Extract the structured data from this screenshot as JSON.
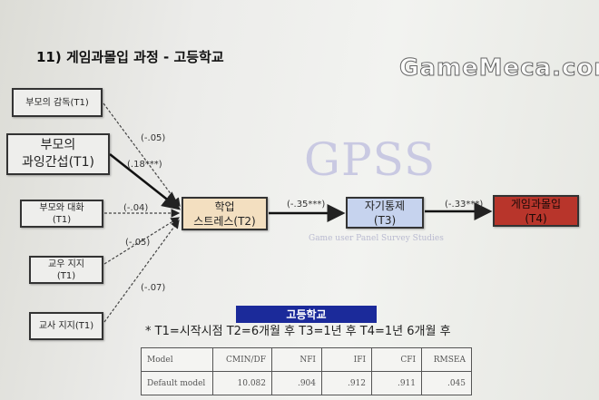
{
  "title": "11) 게임과몰입 과정 - 고등학교",
  "watermark": {
    "logo": "GPSS",
    "subtitle": "Game user Panel Survey Studies",
    "site": "GameMeca.com"
  },
  "nodes": {
    "n1": {
      "label": "부모의 감독(T1)"
    },
    "n2": {
      "line1": "부모의",
      "line2": "과잉간섭(T1)"
    },
    "n3": {
      "line1": "부모와 대화",
      "line2": "(T1)"
    },
    "n4": {
      "line1": "교우 지지",
      "line2": "(T1)"
    },
    "n5": {
      "label": "교사 지지(T1)"
    },
    "stress": {
      "line1": "학업",
      "line2": "스트레스(T2)"
    },
    "control": {
      "line1": "자기통제",
      "line2": "(T3)"
    },
    "game": {
      "line1": "게임과몰입",
      "line2": "(T4)"
    }
  },
  "paths": {
    "p1": "(-.05)",
    "p2": "(.18***)",
    "p3": "(-.04)",
    "p4": "(-.05)",
    "p5": "(-.07)",
    "p6": "(-.35***)",
    "p7": "(-.33***)"
  },
  "colors": {
    "stress": "#f3dfc0",
    "control": "#c6d3ee",
    "game": "#b8352b",
    "banner": "#1b2a9a"
  },
  "banner": "고등학교",
  "note": "* T1=시작시점  T2=6개월 후  T3=1년 후  T4=1년 6개월 후",
  "fit_table": {
    "headers": [
      "Model",
      "CMIN/DF",
      "NFI",
      "IFI",
      "CFI",
      "RMSEA"
    ],
    "rows": [
      [
        "Default model",
        "10.082",
        ".904",
        ".912",
        ".911",
        ".045"
      ]
    ]
  }
}
